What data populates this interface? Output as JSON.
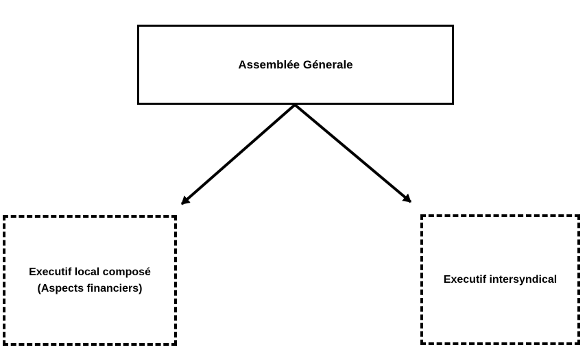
{
  "diagram": {
    "title_box": {
      "label": "Assemblée Génerale"
    },
    "left_box": {
      "line1": "Executif local composé",
      "line2": "(Aspects financiers)"
    },
    "right_box": {
      "label": "Executif intersyndical"
    },
    "connectors": {
      "left_arrow": "arrow from Assemblée Génerale to Executif local composé",
      "right_arrow": "arrow from Assemblée Génerale to Executif intersyndical"
    },
    "colors": {
      "stroke": "#000000",
      "background": "#ffffff",
      "text": "#000000"
    }
  }
}
